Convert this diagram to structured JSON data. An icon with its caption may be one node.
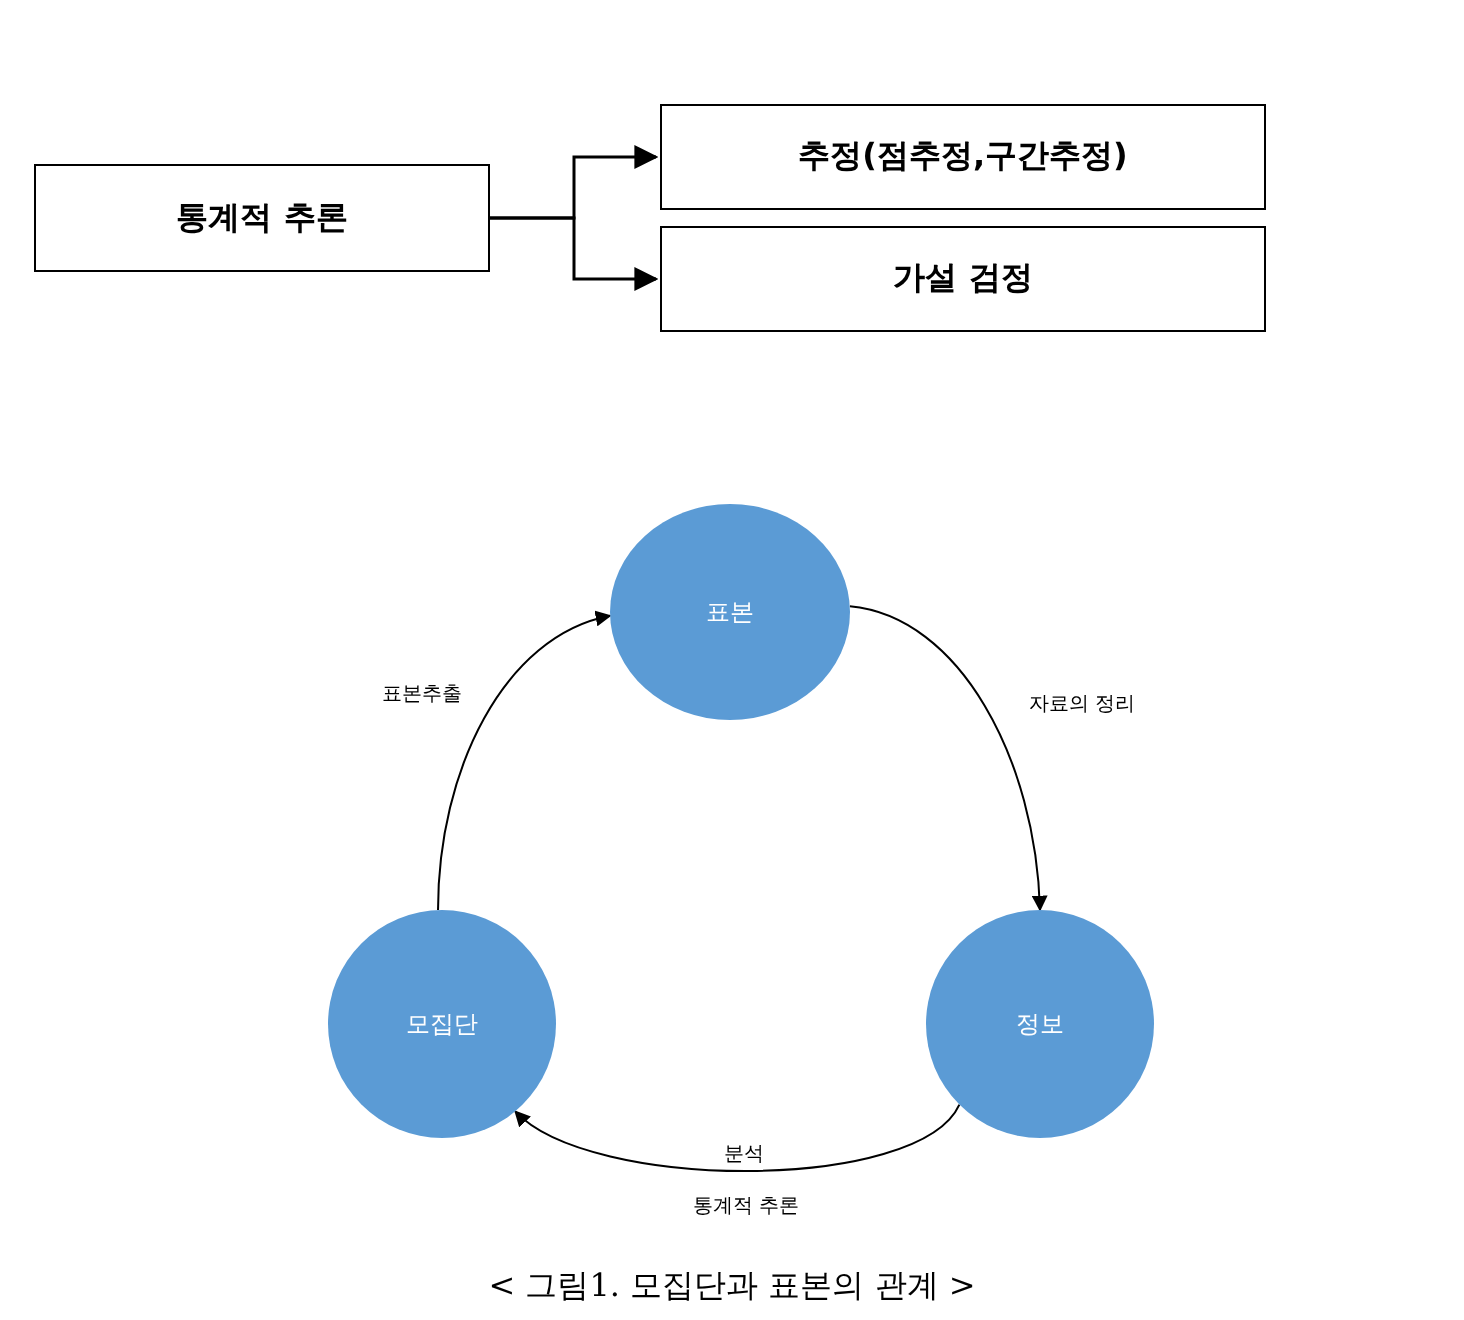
{
  "diagram": {
    "caption": "< 그림1. 모집단과 표본의 관계 >",
    "nodes": [
      {
        "text": [
          "통계적 추론"
        ]
      },
      {
        "text": [
          "추정(점추정,구간추정)"
        ]
      },
      {
        "text": [
          "가설 검정"
        ]
      },
      {
        "text": [
          "표본"
        ]
      },
      {
        "text": [
          "모집단"
        ]
      },
      {
        "text": [
          "정보"
        ]
      }
    ],
    "edges": [
      {
        "from": 0,
        "to": 1,
        "arrow": "to"
      },
      {
        "from": 0,
        "to": 2,
        "arrow": "to"
      },
      {
        "from": 4,
        "to": 3,
        "arrow": "to",
        "label": "표본추출"
      },
      {
        "from": 3,
        "to": 5,
        "arrow": "to",
        "label": "자료의 정리"
      },
      {
        "from": 5,
        "to": 4,
        "arrow": "to",
        "label": "분석"
      }
    ],
    "labels": [
      "통계적 추론"
    ]
  }
}
